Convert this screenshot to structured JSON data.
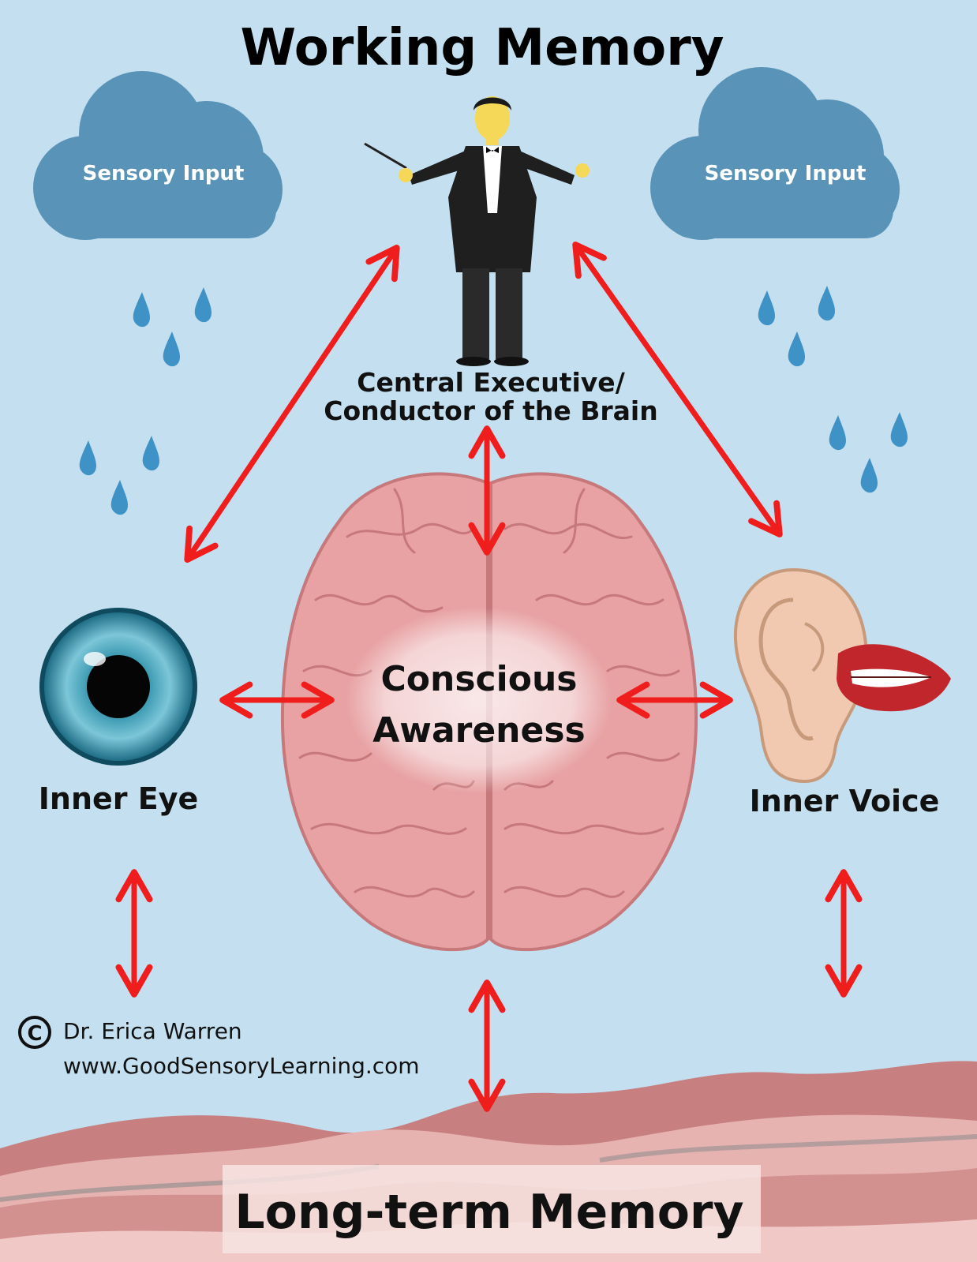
{
  "title": "Working Memory",
  "clouds": {
    "left_label": "Sensory Input",
    "right_label": "Sensory Input"
  },
  "central_executive": {
    "line1": "Central Executive/",
    "line2": "Conductor of the Brain"
  },
  "center": {
    "line1": "Conscious",
    "line2": "Awareness"
  },
  "inner_eye": {
    "label": "Inner Eye"
  },
  "inner_voice": {
    "label": "Inner Voice"
  },
  "credit": {
    "symbol": "C",
    "name": "Dr. Erica Warren",
    "url": "www.GoodSensoryLearning.com"
  },
  "bottom": {
    "label": "Long-term Memory"
  },
  "colors": {
    "background": "#c4e0f0",
    "cloud": "#5a93b8",
    "arrow": "#f01d1d",
    "brain": "#e8a2a4",
    "waves": "#c77f80"
  },
  "icons": [
    "cloud-icon",
    "raindrop-icon",
    "conductor-icon",
    "eye-icon",
    "brain-icon",
    "ear-icon",
    "lips-icon",
    "copyright-icon",
    "waves-graphic"
  ]
}
